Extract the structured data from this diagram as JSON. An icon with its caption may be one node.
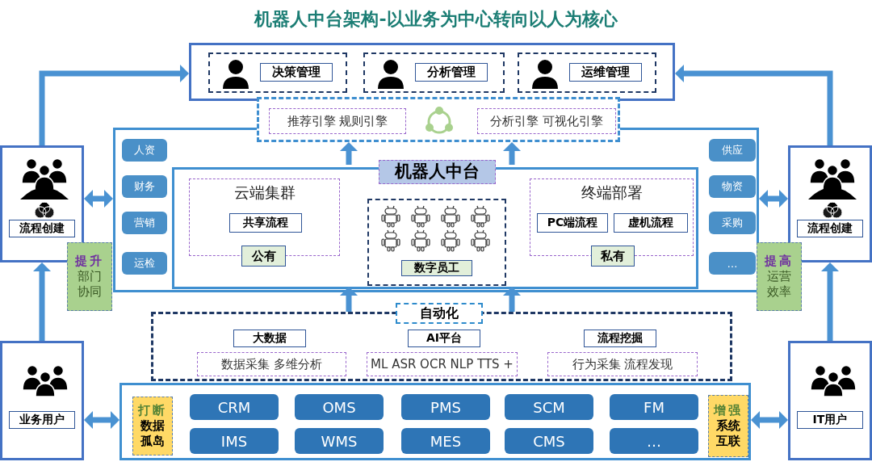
{
  "diagram": {
    "title": "机器人中台架构-以业务为中心转向以人为核心",
    "nodes": [
      {
        "text": [],
        "shape": "box"
      },
      {
        "text": [
          "决策管理"
        ],
        "in": 0
      },
      {
        "text": [
          "分析管理"
        ],
        "in": 0
      },
      {
        "text": [
          "运维管理"
        ],
        "in": 0
      },
      {
        "text": [],
        "shape": "box"
      },
      {
        "text": [
          "推荐引擎 规则引擎"
        ],
        "in": 4
      },
      {
        "text": [
          "分析引擎 可视化引擎"
        ],
        "in": 4
      },
      {
        "text": [
          "流程创建"
        ]
      },
      {
        "text": [
          "流程创建"
        ]
      },
      {
        "text": [],
        "shape": "box"
      },
      {
        "text": [
          "人资"
        ],
        "in": 9
      },
      {
        "text": [
          "财务"
        ],
        "in": 9
      },
      {
        "text": [
          "营销"
        ],
        "in": 9
      },
      {
        "text": [
          "运检"
        ],
        "in": 9
      },
      {
        "text": [
          "机器人中台"
        ],
        "in": 9
      },
      {
        "text": [
          "云端集群"
        ],
        "in": 14
      },
      {
        "text": [
          "共享流程"
        ],
        "in": 15
      },
      {
        "text": [
          "公有"
        ],
        "in": 14
      },
      {
        "text": [
          "数字员工"
        ],
        "in": 14
      },
      {
        "text": [
          "终端部署"
        ],
        "in": 14
      },
      {
        "text": [
          "PC端流程"
        ],
        "in": 19
      },
      {
        "text": [
          "虚机流程"
        ],
        "in": 19
      },
      {
        "text": [
          "私有"
        ],
        "in": 14
      },
      {
        "text": [
          "供应"
        ],
        "in": 9
      },
      {
        "text": [
          "物资"
        ],
        "in": 9
      },
      {
        "text": [
          "采购"
        ],
        "in": 9
      },
      {
        "text": [
          "…"
        ],
        "in": 9
      },
      {
        "text": [
          "提升",
          "部门协同"
        ]
      },
      {
        "text": [
          "提高",
          "运营效率"
        ]
      },
      {
        "text": [
          "自动化"
        ]
      },
      {
        "text": [
          "大数据"
        ],
        "in": 29
      },
      {
        "text": [
          "数据采集 多维分析"
        ],
        "in": 29
      },
      {
        "text": [
          "AI平台"
        ],
        "in": 29
      },
      {
        "text": [
          "ML ASR OCR NLP TTS +"
        ],
        "in": 29
      },
      {
        "text": [
          "流程挖掘"
        ],
        "in": 29
      },
      {
        "text": [
          "行为采集 流程发现"
        ],
        "in": 29
      },
      {
        "text": [],
        "shape": "box"
      },
      {
        "text": [
          "打断",
          "数据孤岛"
        ],
        "in": 36
      },
      {
        "text": [
          "CRM"
        ],
        "in": 36
      },
      {
        "text": [
          "OMS"
        ],
        "in": 36
      },
      {
        "text": [
          "PMS"
        ],
        "in": 36
      },
      {
        "text": [
          "SCM"
        ],
        "in": 36
      },
      {
        "text": [
          "FM"
        ],
        "in": 36
      },
      {
        "text": [
          "IMS"
        ],
        "in": 36
      },
      {
        "text": [
          "WMS"
        ],
        "in": 36
      },
      {
        "text": [
          "MES"
        ],
        "in": 36
      },
      {
        "text": [
          "CMS"
        ],
        "in": 36
      },
      {
        "text": [
          "…"
        ],
        "in": 36
      },
      {
        "text": [
          "增强",
          "系统互联"
        ],
        "in": 36
      },
      {
        "text": [
          "业务用户"
        ]
      },
      {
        "text": [
          "IT用户"
        ]
      }
    ],
    "edges": [
      {
        "from": 7,
        "to": 0,
        "arrow": "to"
      },
      {
        "from": 8,
        "to": 0,
        "arrow": "to"
      },
      {
        "from": 49,
        "to": 7,
        "arrow": "to"
      },
      {
        "from": 50,
        "to": 8,
        "arrow": "to"
      },
      {
        "from": 7,
        "to": 9,
        "arrow": "both"
      },
      {
        "from": 8,
        "to": 9,
        "arrow": "both"
      },
      {
        "from": 49,
        "to": 36,
        "arrow": "both"
      },
      {
        "from": 50,
        "to": 36,
        "arrow": "both"
      },
      {
        "from": 14,
        "to": 4,
        "arrow": "to"
      },
      {
        "from": 14,
        "to": 4,
        "arrow": "to"
      },
      {
        "from": 29,
        "to": 14,
        "arrow": "to"
      },
      {
        "from": 29,
        "to": 14,
        "arrow": "to"
      }
    ]
  }
}
